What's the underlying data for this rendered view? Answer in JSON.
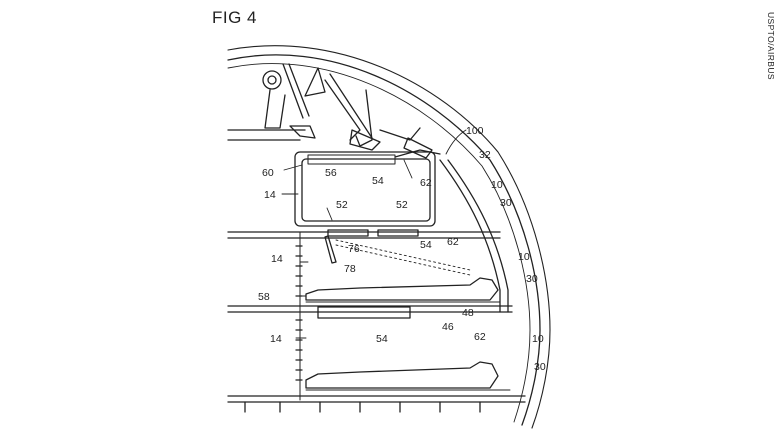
{
  "figure": {
    "title": "FIG 4",
    "credit": "USPTO/AIRBUS"
  },
  "labels": {
    "l100": "100",
    "l32": "32",
    "l10a": "10",
    "l30a": "30",
    "l60": "60",
    "l56": "56",
    "l54a": "54",
    "l62a": "62",
    "l14a": "14",
    "l52a": "52",
    "l52b": "52",
    "l54b": "54",
    "l62b": "62",
    "l76": "76",
    "l78": "78",
    "l10b": "10",
    "l30b": "30",
    "l14b": "14",
    "l58": "58",
    "l48": "48",
    "l46": "46",
    "l54c": "54",
    "l62c": "62",
    "l10c": "10",
    "l14c": "14",
    "l30c": "30"
  }
}
